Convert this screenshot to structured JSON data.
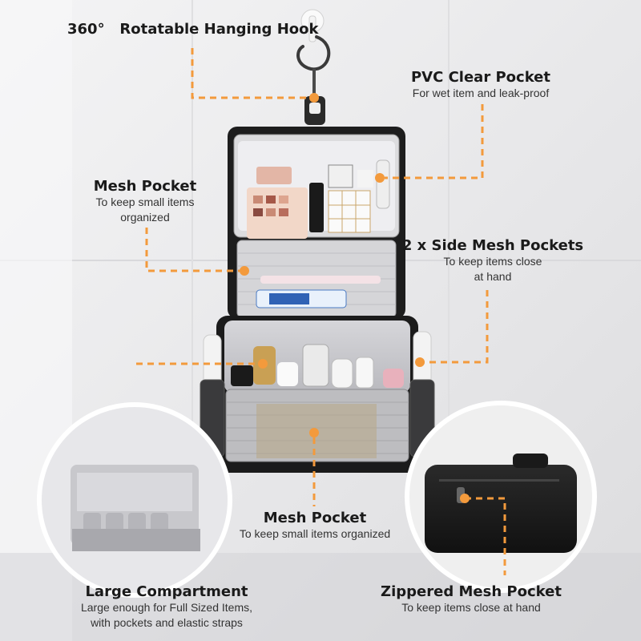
{
  "features": {
    "hook": {
      "degree": "360°",
      "title": "Rotatable Hanging Hook"
    },
    "pvc": {
      "title": "PVC Clear Pocket",
      "sub1": "For wet item and leak-proof"
    },
    "mesh_top": {
      "title": "Mesh Pocket",
      "sub1": "To keep small items",
      "sub2": "organized"
    },
    "side": {
      "title": "2 x Side Mesh Pockets",
      "sub1": "To keep items close",
      "sub2": "at hand"
    },
    "mesh_bottom": {
      "title": "Mesh Pocket",
      "sub1": "To keep small items organized"
    },
    "large": {
      "title": "Large Compartment",
      "sub1": "Large enough for Full Sized Items,",
      "sub2": "with pockets and elastic straps"
    },
    "zipper": {
      "title": "Zippered Mesh Pocket",
      "sub1": "To keep items close at hand"
    }
  },
  "colors": {
    "accent": "#f39a3c",
    "bag_black": "#1b1b1b",
    "lining_gray": "#c9c9cd",
    "background": "#e9e9eb"
  },
  "icons": [
    "hanging-hook-icon",
    "toiletry-bag-icon"
  ]
}
